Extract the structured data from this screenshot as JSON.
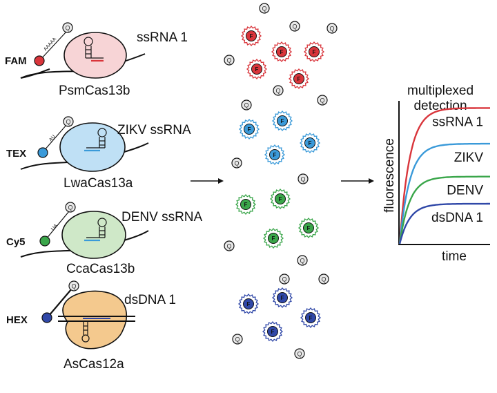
{
  "colors": {
    "red": "#d9353b",
    "blue": "#3a9ad9",
    "green": "#3aa64a",
    "navy": "#3048a8",
    "pink_body": "#f7d4d6",
    "blue_body": "#bfe0f5",
    "green_body": "#cfe8c8",
    "orange_body": "#f4c98e"
  },
  "panels": [
    {
      "dye": "FAM",
      "enzyme": "PsmCas13b",
      "target": "ssRNA 1",
      "linker": "AAAAA",
      "body_color": "pink_body",
      "dye_color": "red"
    },
    {
      "dye": "TEX",
      "enzyme": "LwaCas13a",
      "target": "ZIKV ssRNA",
      "linker": "AU",
      "body_color": "blue_body",
      "dye_color": "blue"
    },
    {
      "dye": "Cy5",
      "enzyme": "CcaCas13b",
      "target": "DENV ssRNA",
      "linker": "UA",
      "body_color": "green_body",
      "dye_color": "green"
    },
    {
      "dye": "HEX",
      "enzyme": "AsCas12a",
      "target": "dsDNA 1",
      "linker": "",
      "body_color": "orange_body",
      "dye_color": "navy"
    }
  ],
  "labels": {
    "fluor": "F",
    "quencher": "Q"
  },
  "chart_data": {
    "type": "line",
    "title": "multiplexed detection",
    "xlabel": "time",
    "ylabel": "fluorescence",
    "grid": false,
    "series": [
      {
        "name": "ssRNA 1",
        "color": "red",
        "plateau": 0.95
      },
      {
        "name": "ZIKV",
        "color": "blue",
        "plateau": 0.7
      },
      {
        "name": "DENV",
        "color": "green",
        "plateau": 0.47
      },
      {
        "name": "dsDNA 1",
        "color": "navy",
        "plateau": 0.28
      }
    ]
  }
}
